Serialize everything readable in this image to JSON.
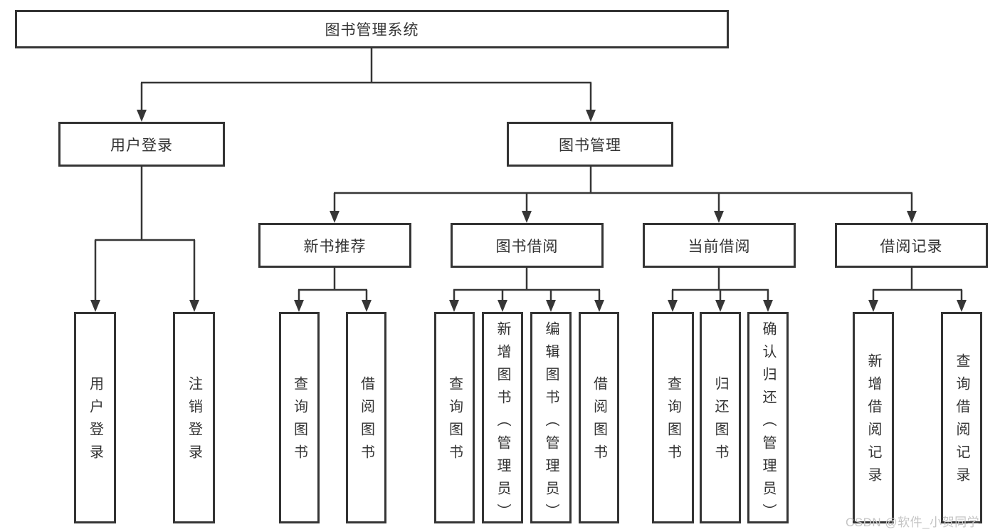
{
  "diagram": {
    "watermark": "CSDN @软件_小贺同学",
    "colors": {
      "background": "#ffffff",
      "line": "#363636",
      "box_border": "#343434",
      "text": "#333333",
      "watermark_text": "#c5c5c5"
    },
    "tree": {
      "label": "图书管理系统",
      "children": [
        {
          "label": "用户登录",
          "children": [
            {
              "label": "用户登录"
            },
            {
              "label": "注销登录"
            }
          ]
        },
        {
          "label": "图书管理",
          "children": [
            {
              "label": "新书推荐",
              "children": [
                {
                  "label": "查询图书"
                },
                {
                  "label": "借阅图书"
                }
              ]
            },
            {
              "label": "图书借阅",
              "children": [
                {
                  "label": "查询图书"
                },
                {
                  "label": "新增图书（管理员）"
                },
                {
                  "label": "编辑图书（管理员）"
                },
                {
                  "label": "借阅图书"
                }
              ]
            },
            {
              "label": "当前借阅",
              "children": [
                {
                  "label": "查询图书"
                },
                {
                  "label": "归还图书"
                },
                {
                  "label": "确认归还（管理员）"
                }
              ]
            },
            {
              "label": "借阅记录",
              "children": [
                {
                  "label": "新增借阅记录"
                },
                {
                  "label": "查询借阅记录"
                }
              ]
            }
          ]
        }
      ]
    }
  }
}
